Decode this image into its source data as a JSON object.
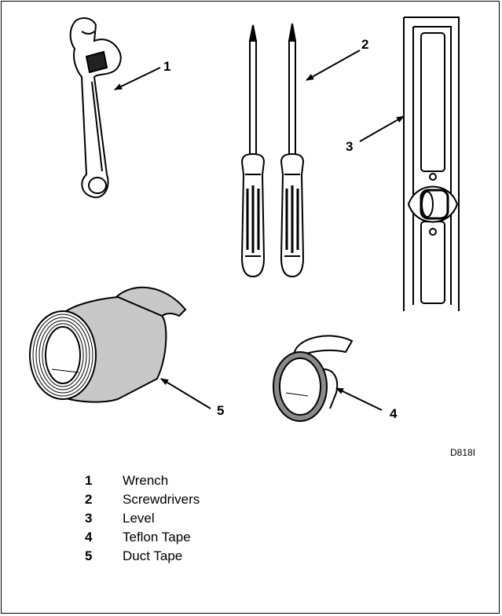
{
  "callouts": {
    "wrench": "1",
    "screwdrivers": "2",
    "level": "3",
    "teflon_tape": "4",
    "duct_tape": "5"
  },
  "figure_code": "D818I",
  "legend": [
    {
      "number": "1",
      "label": "Wrench"
    },
    {
      "number": "2",
      "label": "Screwdrivers"
    },
    {
      "number": "3",
      "label": "Level"
    },
    {
      "number": "4",
      "label": "Teflon Tape"
    },
    {
      "number": "5",
      "label": "Duct Tape"
    }
  ]
}
